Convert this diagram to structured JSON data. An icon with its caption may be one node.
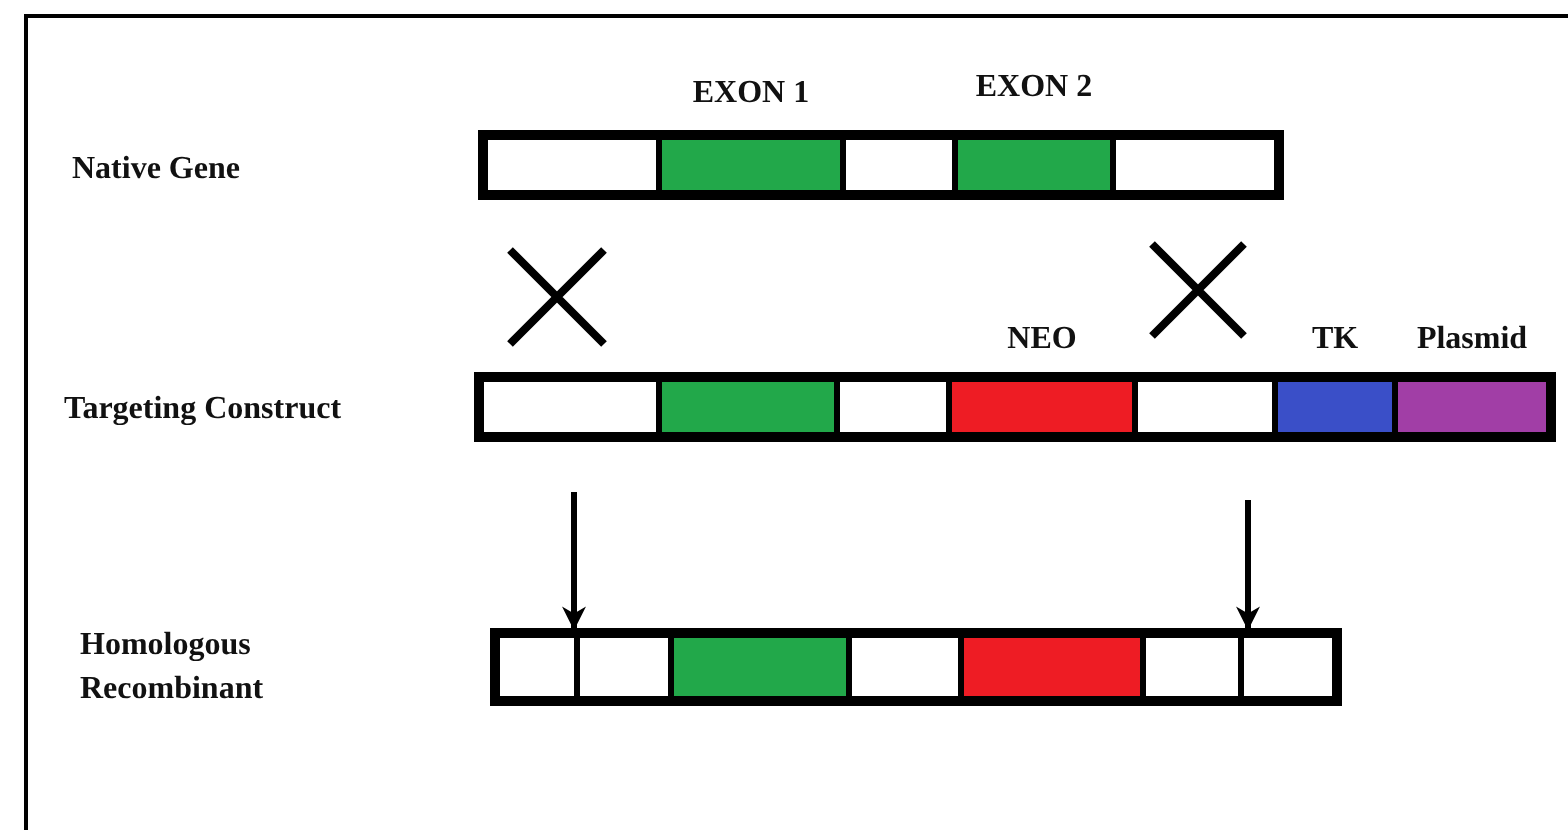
{
  "diagram": {
    "nodes": [
      {
        "text": [],
        "shape": "bar"
      },
      {
        "text": [],
        "shape": "box",
        "in": 0
      },
      {
        "text": [
          "EXON 1"
        ],
        "in": 0
      },
      {
        "text": [],
        "shape": "box",
        "in": 0
      },
      {
        "text": [
          "EXON 2"
        ],
        "in": 0
      },
      {
        "text": [],
        "shape": "box",
        "in": 0
      },
      {
        "text": [],
        "shape": "bar"
      },
      {
        "text": [],
        "shape": "box",
        "in": 6
      },
      {
        "text": [],
        "shape": "box",
        "in": 6
      },
      {
        "text": [],
        "shape": "box",
        "in": 6
      },
      {
        "text": [
          "NEO"
        ],
        "in": 6
      },
      {
        "text": [],
        "shape": "box",
        "in": 6
      },
      {
        "text": [
          "TK"
        ],
        "in": 6
      },
      {
        "text": [
          "Plasmid"
        ],
        "in": 6
      },
      {
        "text": [],
        "shape": "bar"
      },
      {
        "text": [],
        "shape": "box",
        "in": 14
      },
      {
        "text": [],
        "shape": "box",
        "in": 14
      },
      {
        "text": [],
        "shape": "box",
        "in": 14
      },
      {
        "text": [],
        "shape": "box",
        "in": 14
      },
      {
        "text": [],
        "shape": "box",
        "in": 14
      },
      {
        "text": [],
        "shape": "box",
        "in": 14
      },
      {
        "text": [],
        "shape": "box",
        "in": 14
      }
    ],
    "edges": [
      {
        "from": null,
        "to": 14,
        "arrow": "to"
      },
      {
        "from": null,
        "to": 14,
        "arrow": "to"
      }
    ],
    "labels": [
      "Native Gene",
      "Targeting Construct",
      "Homologous Recombinant"
    ]
  }
}
